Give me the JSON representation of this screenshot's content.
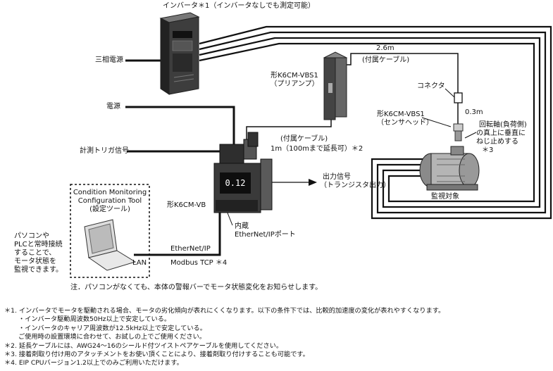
{
  "labels": {
    "inverter": "インバータ＊1（インバータなしでも測定可能）",
    "three_phase_power": "三相電源",
    "power": "電源",
    "trigger": "計測トリガ信号",
    "cable_2_6": "2.6m",
    "attached_cable_top": "(付属ケーブル)",
    "preamp_model": "形K6CM-VBS1",
    "preamp_name": "（プリアンプ）",
    "connector": "コネクタ",
    "cable_0_3": "0.3m",
    "sensor_model": "形K6CM-VBS1",
    "sensor_name": "（センサヘッド）",
    "mount_note_1": "回転軸(負荷側)",
    "mount_note_2": "の真上に垂直に",
    "mount_note_3": "ねじ止めする",
    "mount_note_4": "＊3",
    "attached_cable_bottom": "(付属ケーブル)",
    "cable_1m": "1m（100mまで延長可）＊2",
    "tool_line1": "Condition Monitoring",
    "tool_line2": "Configuration Tool",
    "tool_line3": "(設定ツール)",
    "output_signal": "出力信号",
    "transistor_output": "（トランジスタ出力）",
    "monitored_object": "監視対象",
    "main_unit_model": "形K6CM-VB",
    "builtin": "内蔵",
    "ethernet_port": "EtherNet/IPポート",
    "pc_note_1": "パソコンや",
    "pc_note_2": "PLCと常時接続",
    "pc_note_3": "することで、",
    "pc_note_4": "モータ状態を",
    "pc_note_5": "監視できます。",
    "ethernet_ip": "EtherNet/IP",
    "lan": "LAN",
    "modbus": "Modbus TCP ＊4",
    "main_note": "注．パソコンがなくても、本体の警報バーでモータ状態変化をお知らせします。",
    "display_value": "0.12"
  },
  "footnotes": {
    "n1": "＊1. インバータでモータを駆動される場合、モータの劣化傾向が表れにくくなります。以下の条件下では、比較的加速度の変化が表れやすくなります。",
    "n1a": "・インバータ駆動周波数50Hz以上で安定している。",
    "n1b": "・インバータのキャリア周波数が12.5kHz以上で安定している。",
    "n1c": "ご使用時の設置環境に合わせて、お試しの上でご使用ください。",
    "n2": "＊2. 延長ケーブルには、AWG24〜16のシールド付ツイストペアケーブルを使用してください。",
    "n3": "＊3. 接着剤取り付け用のアタッチメントをお使い頂くことにより、接着剤取り付けすることも可能です。",
    "n4": "＊4. EIP CPUバージョン1.2以上でのみご利用いただけます。"
  }
}
